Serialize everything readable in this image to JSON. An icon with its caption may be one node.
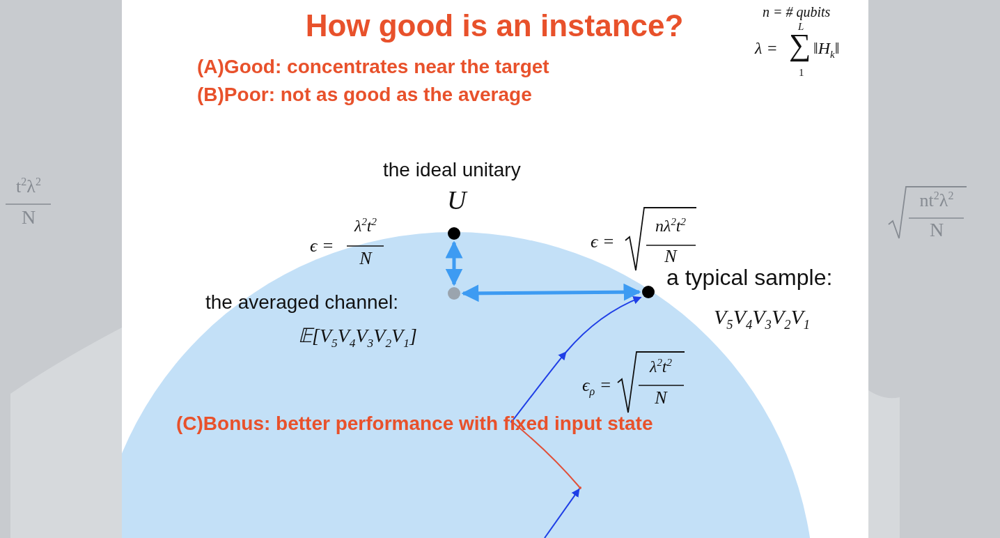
{
  "diagram": {
    "title": "How good is an instance?",
    "nodes": [
      {
        "text": [],
        "shape": "circle",
        "beside": [
          "the ideal unitary",
          "U"
        ]
      },
      {
        "text": [],
        "shape": "circle",
        "beside": [
          "the averaged channel:",
          "𝔼[V$_{5}$V$_{4}$V$_{3}$V$_{2}$V$_{1}$]"
        ]
      },
      {
        "text": [],
        "shape": "circle",
        "beside": [
          "a typical sample:",
          "V$_{5}$V$_{4}$V$_{3}$V$_{2}$V$_{1}$"
        ]
      },
      {
        "text": [],
        "shape": "point"
      },
      {
        "text": [],
        "shape": "point"
      }
    ],
    "edges": [
      {
        "from": 0,
        "to": 1,
        "arrow": "both",
        "style": "thick"
      },
      {
        "from": 1,
        "to": 2,
        "arrow": "both",
        "style": "thick"
      },
      {
        "from": null,
        "to": 4,
        "arrow": "to",
        "color": "#1f3fe6"
      },
      {
        "from": 4,
        "to": 3,
        "arrow": "none",
        "color": "#e0503a"
      },
      {
        "from": 3,
        "to": 2,
        "arrow": "to",
        "color": "#1f3fe6"
      }
    ],
    "labels": [
      "*n* = # qubits",
      "λ =",
      "L",
      "∑",
      "‖H$_{k}$‖",
      "1",
      "(A)Good: concentrates near the target",
      "(B)Poor: not as good as the average",
      "ϵ =",
      "λ$^{2}$t$^{2}$",
      "N",
      "ϵ =",
      "nλ$^{2}$t$^{2}$",
      "N",
      "ϵ$_{ρ}$ =",
      "λ$^{2}$t$^{2}$",
      "N",
      "(C)Bonus: better performance with fixed input state",
      "t$^{2}$λ$^{2}$",
      "N",
      "nt$^{2}$λ$^{2}$",
      "N"
    ]
  }
}
